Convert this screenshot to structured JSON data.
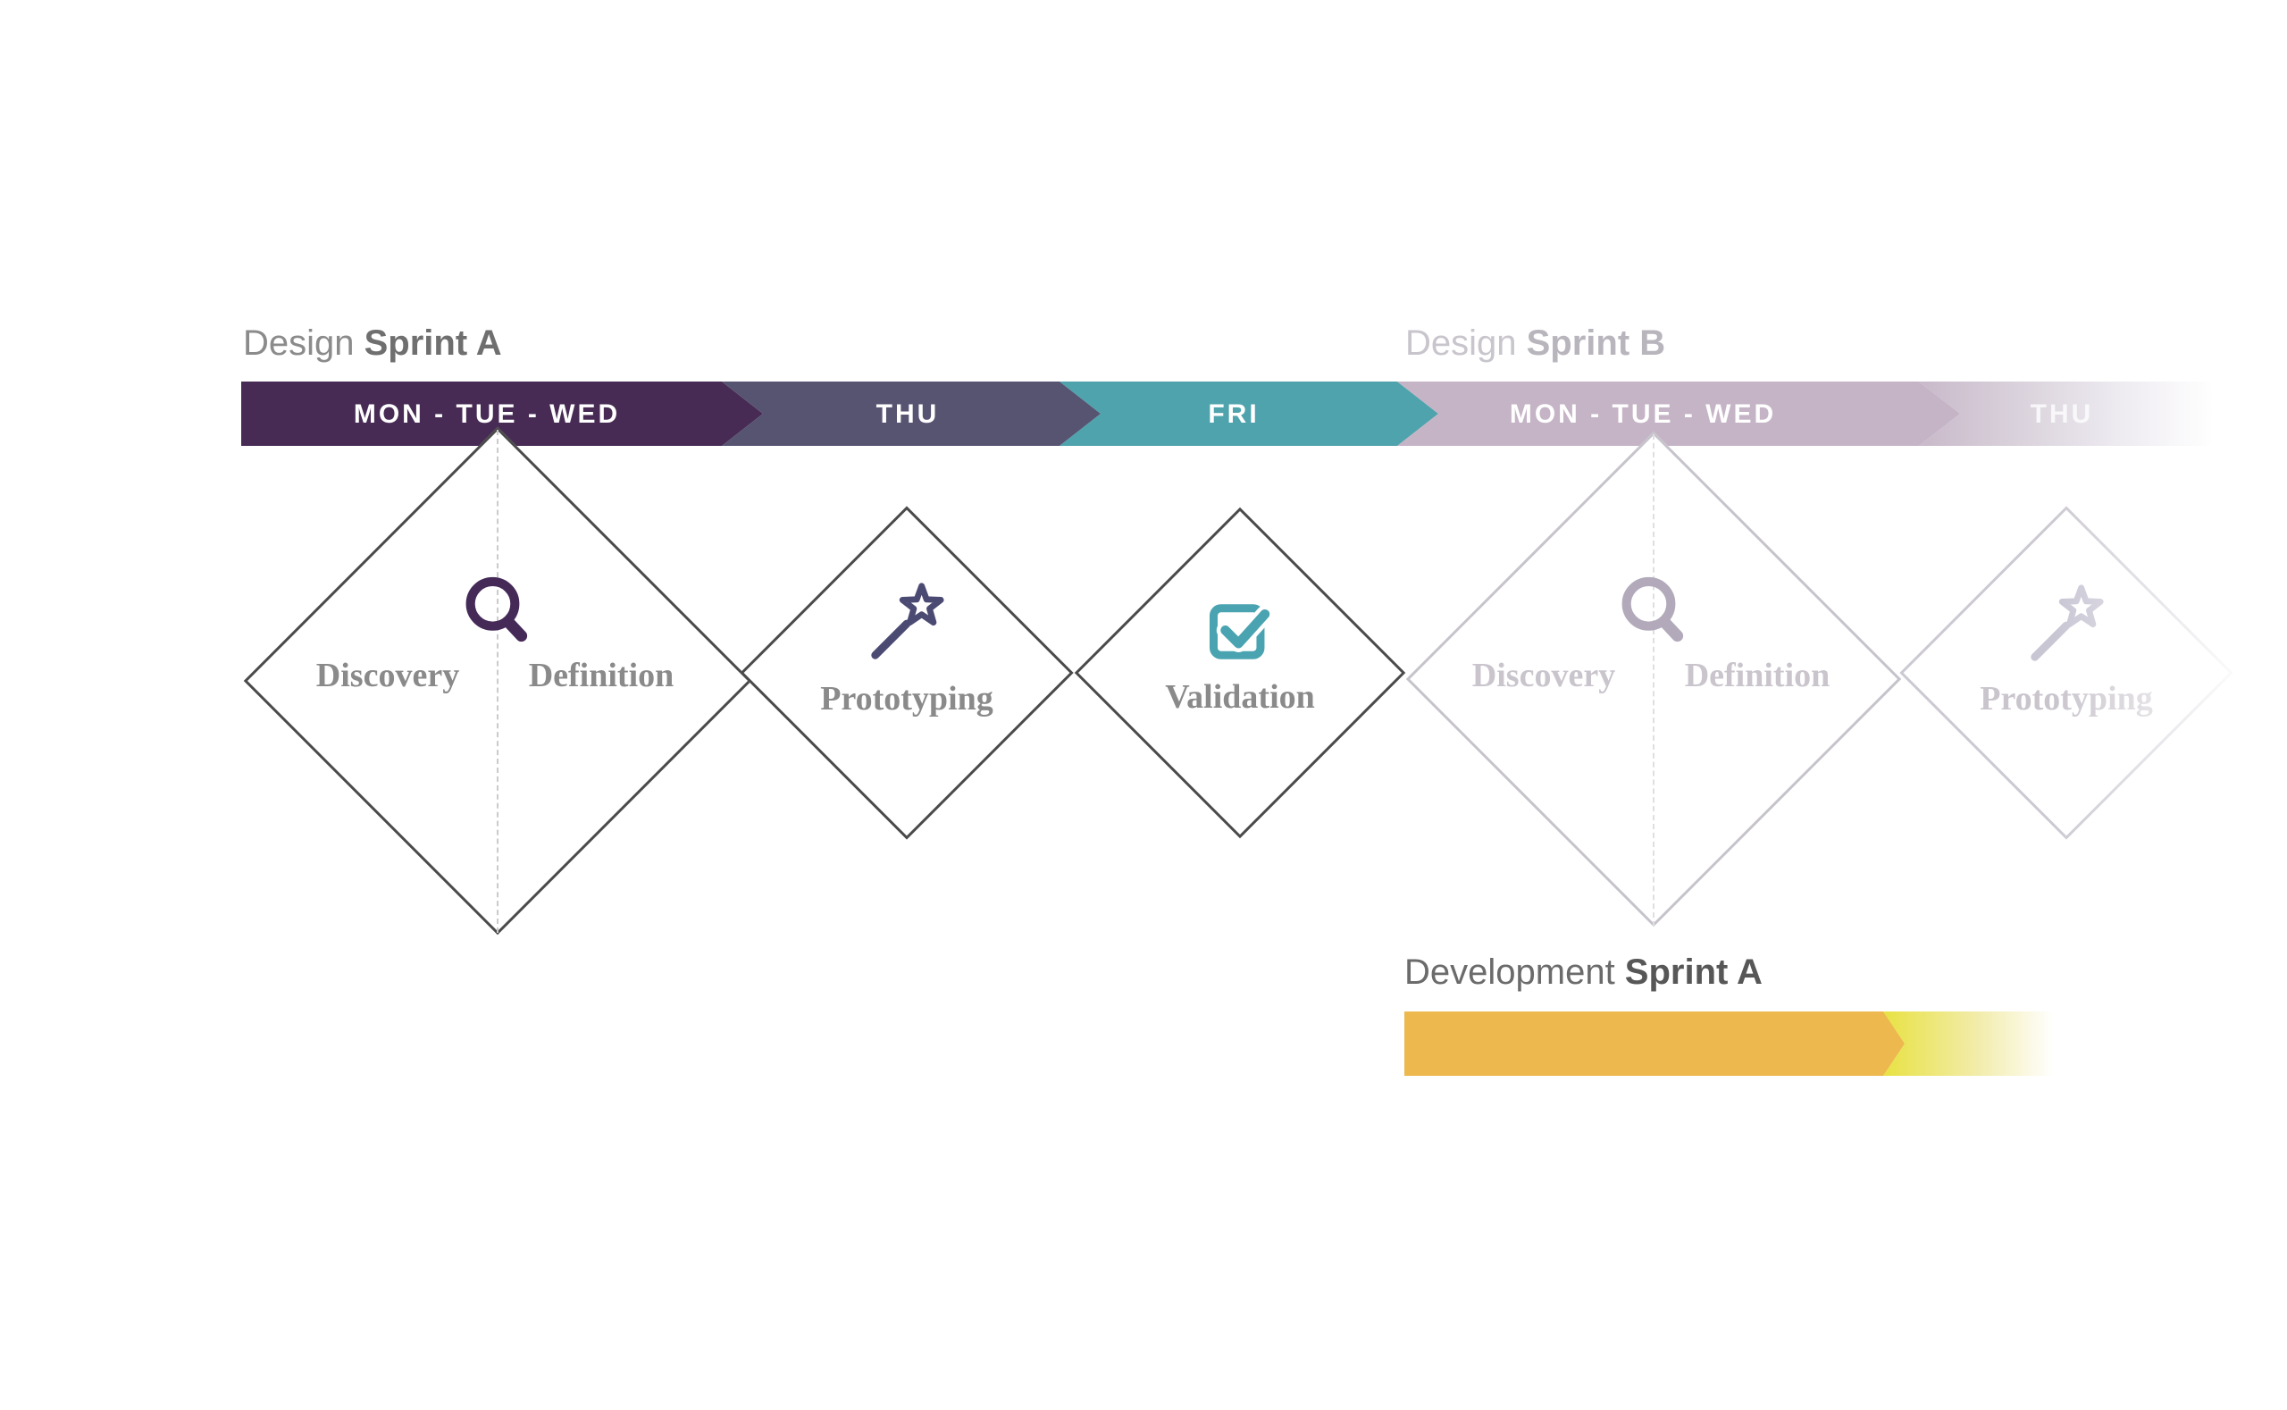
{
  "header": {
    "design_sprint_a": {
      "prefix": "Design ",
      "bold": "Sprint A"
    },
    "design_sprint_b": {
      "prefix": "Design ",
      "bold": "Sprint B"
    },
    "development_sprint_a": {
      "prefix": "Development ",
      "bold": "Sprint A"
    }
  },
  "timeline_a": {
    "segments": [
      {
        "label": "MON - TUE - WED",
        "color": "#472b54"
      },
      {
        "label": "THU",
        "color": "#575472"
      },
      {
        "label": "FRI",
        "color": "#4fa3ac"
      }
    ]
  },
  "timeline_b": {
    "segments": [
      {
        "label": "MON - TUE - WED",
        "color": "#c5b4c6"
      },
      {
        "label": "THU",
        "color": "fade-to-white"
      }
    ]
  },
  "phases_a": {
    "discovery": "Discovery",
    "definition": "Definition",
    "prototyping": "Prototyping",
    "validation": "Validation",
    "icons": {
      "double_diamond": "magnifier-icon",
      "prototyping": "magic-wand-icon",
      "validation": "checkbox-icon"
    }
  },
  "phases_b": {
    "discovery": "Discovery",
    "definition": "Definition",
    "prototyping": "Prototyping",
    "icons": {
      "double_diamond": "magnifier-icon",
      "prototyping": "magic-wand-icon"
    }
  },
  "colors": {
    "purple_dark": "#472b54",
    "slate": "#575472",
    "teal": "#4fa3ac",
    "lavender": "#c5b4c6",
    "yellow": "#edb84d",
    "yellow_bright": "#e8e243",
    "diamond_stroke": "#4a4a4a",
    "diamond_stroke_faded": "#c6c3cb",
    "phase_text": "#8a8a8a",
    "phase_text_faded": "#cac5cd",
    "label_gray": "#8b8b8b",
    "magnifier": "#452a58",
    "wand": "#4b4a72",
    "checkbox": "#4aa3b0",
    "magnifier_faded": "#b2aabb",
    "wand_faded": "#c9c6d4"
  }
}
